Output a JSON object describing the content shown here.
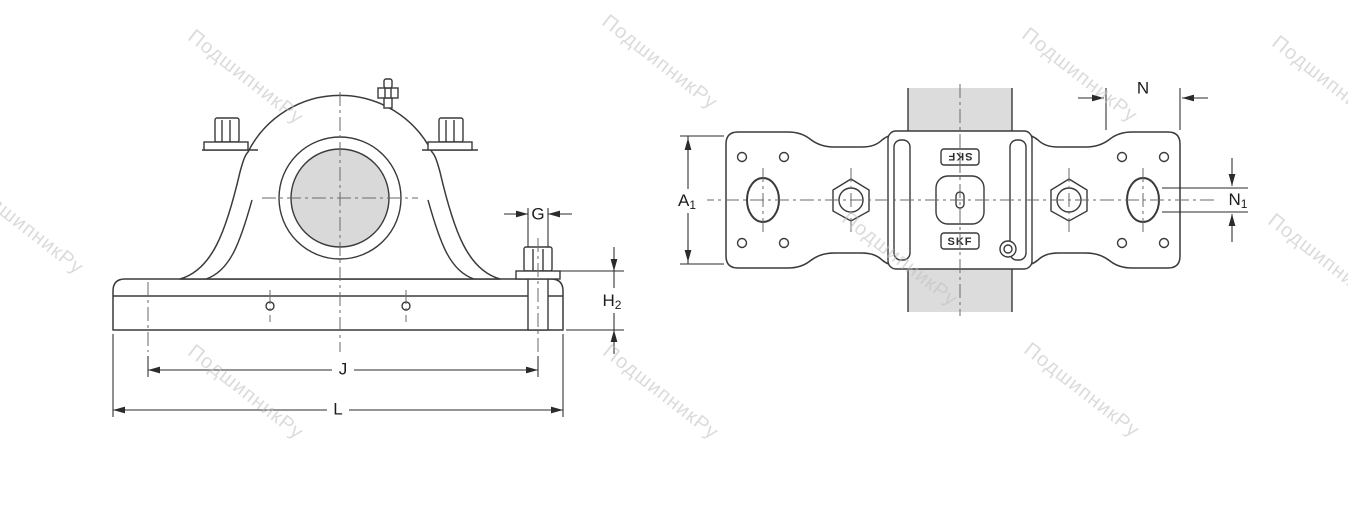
{
  "watermark": {
    "text": "ПодшипникРу"
  },
  "colors": {
    "line": "#3a3a3a",
    "shaft_fill": "#dcdcdc",
    "bore_fill": "#d9d9d9",
    "watermark": "#bfbfbf"
  },
  "front_view": {
    "dims": {
      "g": "G",
      "h2_base": "H",
      "h2_sub": "2",
      "j": "J",
      "l": "L"
    }
  },
  "plan_view": {
    "logo_top": "SKF",
    "logo_bottom": "SKF",
    "dims": {
      "n": "N",
      "a1_base": "A",
      "a1_sub": "1",
      "n1_base": "N",
      "n1_sub": "1"
    }
  }
}
